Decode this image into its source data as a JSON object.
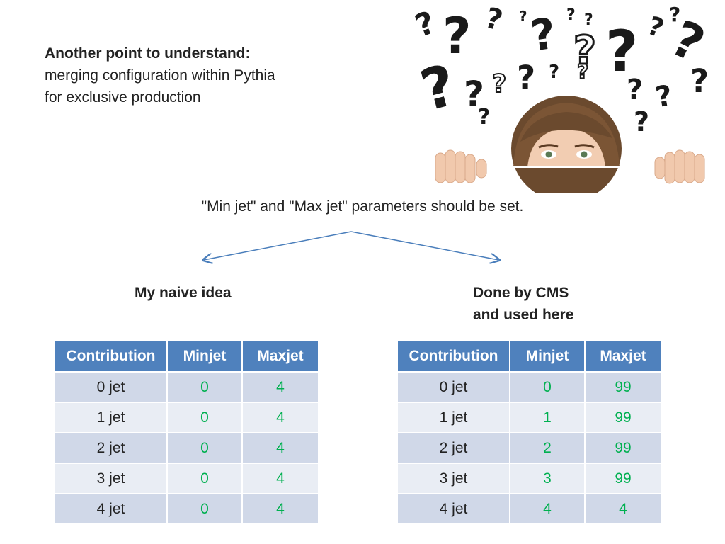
{
  "intro": {
    "heading": "Another point to understand:",
    "line1": "merging configuration within Pythia",
    "line2": "for exclusive production"
  },
  "subtitle": "\"Min jet\" and \"Max jet\" parameters should be set.",
  "left": {
    "title": "My naive idea",
    "headers": [
      "Contribution",
      "Minjet",
      "Maxjet"
    ],
    "rows": [
      [
        "0 jet",
        "0",
        "4"
      ],
      [
        "1 jet",
        "0",
        "4"
      ],
      [
        "2 jet",
        "0",
        "4"
      ],
      [
        "3 jet",
        "0",
        "4"
      ],
      [
        "4 jet",
        "0",
        "4"
      ]
    ]
  },
  "right": {
    "title_line1": "Done by CMS",
    "title_line2": "and used here",
    "headers": [
      "Contribution",
      "Minjet",
      "Maxjet"
    ],
    "rows": [
      [
        "0 jet",
        "0",
        "99"
      ],
      [
        "1 jet",
        "1",
        "99"
      ],
      [
        "2 jet",
        "2",
        "99"
      ],
      [
        "3 jet",
        "3",
        "99"
      ],
      [
        "4 jet",
        "4",
        "4"
      ]
    ]
  },
  "colors": {
    "header_bg": "#4f81bd",
    "row_odd": "#d0d8e8",
    "row_even": "#e9edf4",
    "value_green": "#00b050",
    "arrow": "#4a7ebb"
  },
  "illustration": {
    "icon": "woman-peeking-with-question-marks"
  }
}
